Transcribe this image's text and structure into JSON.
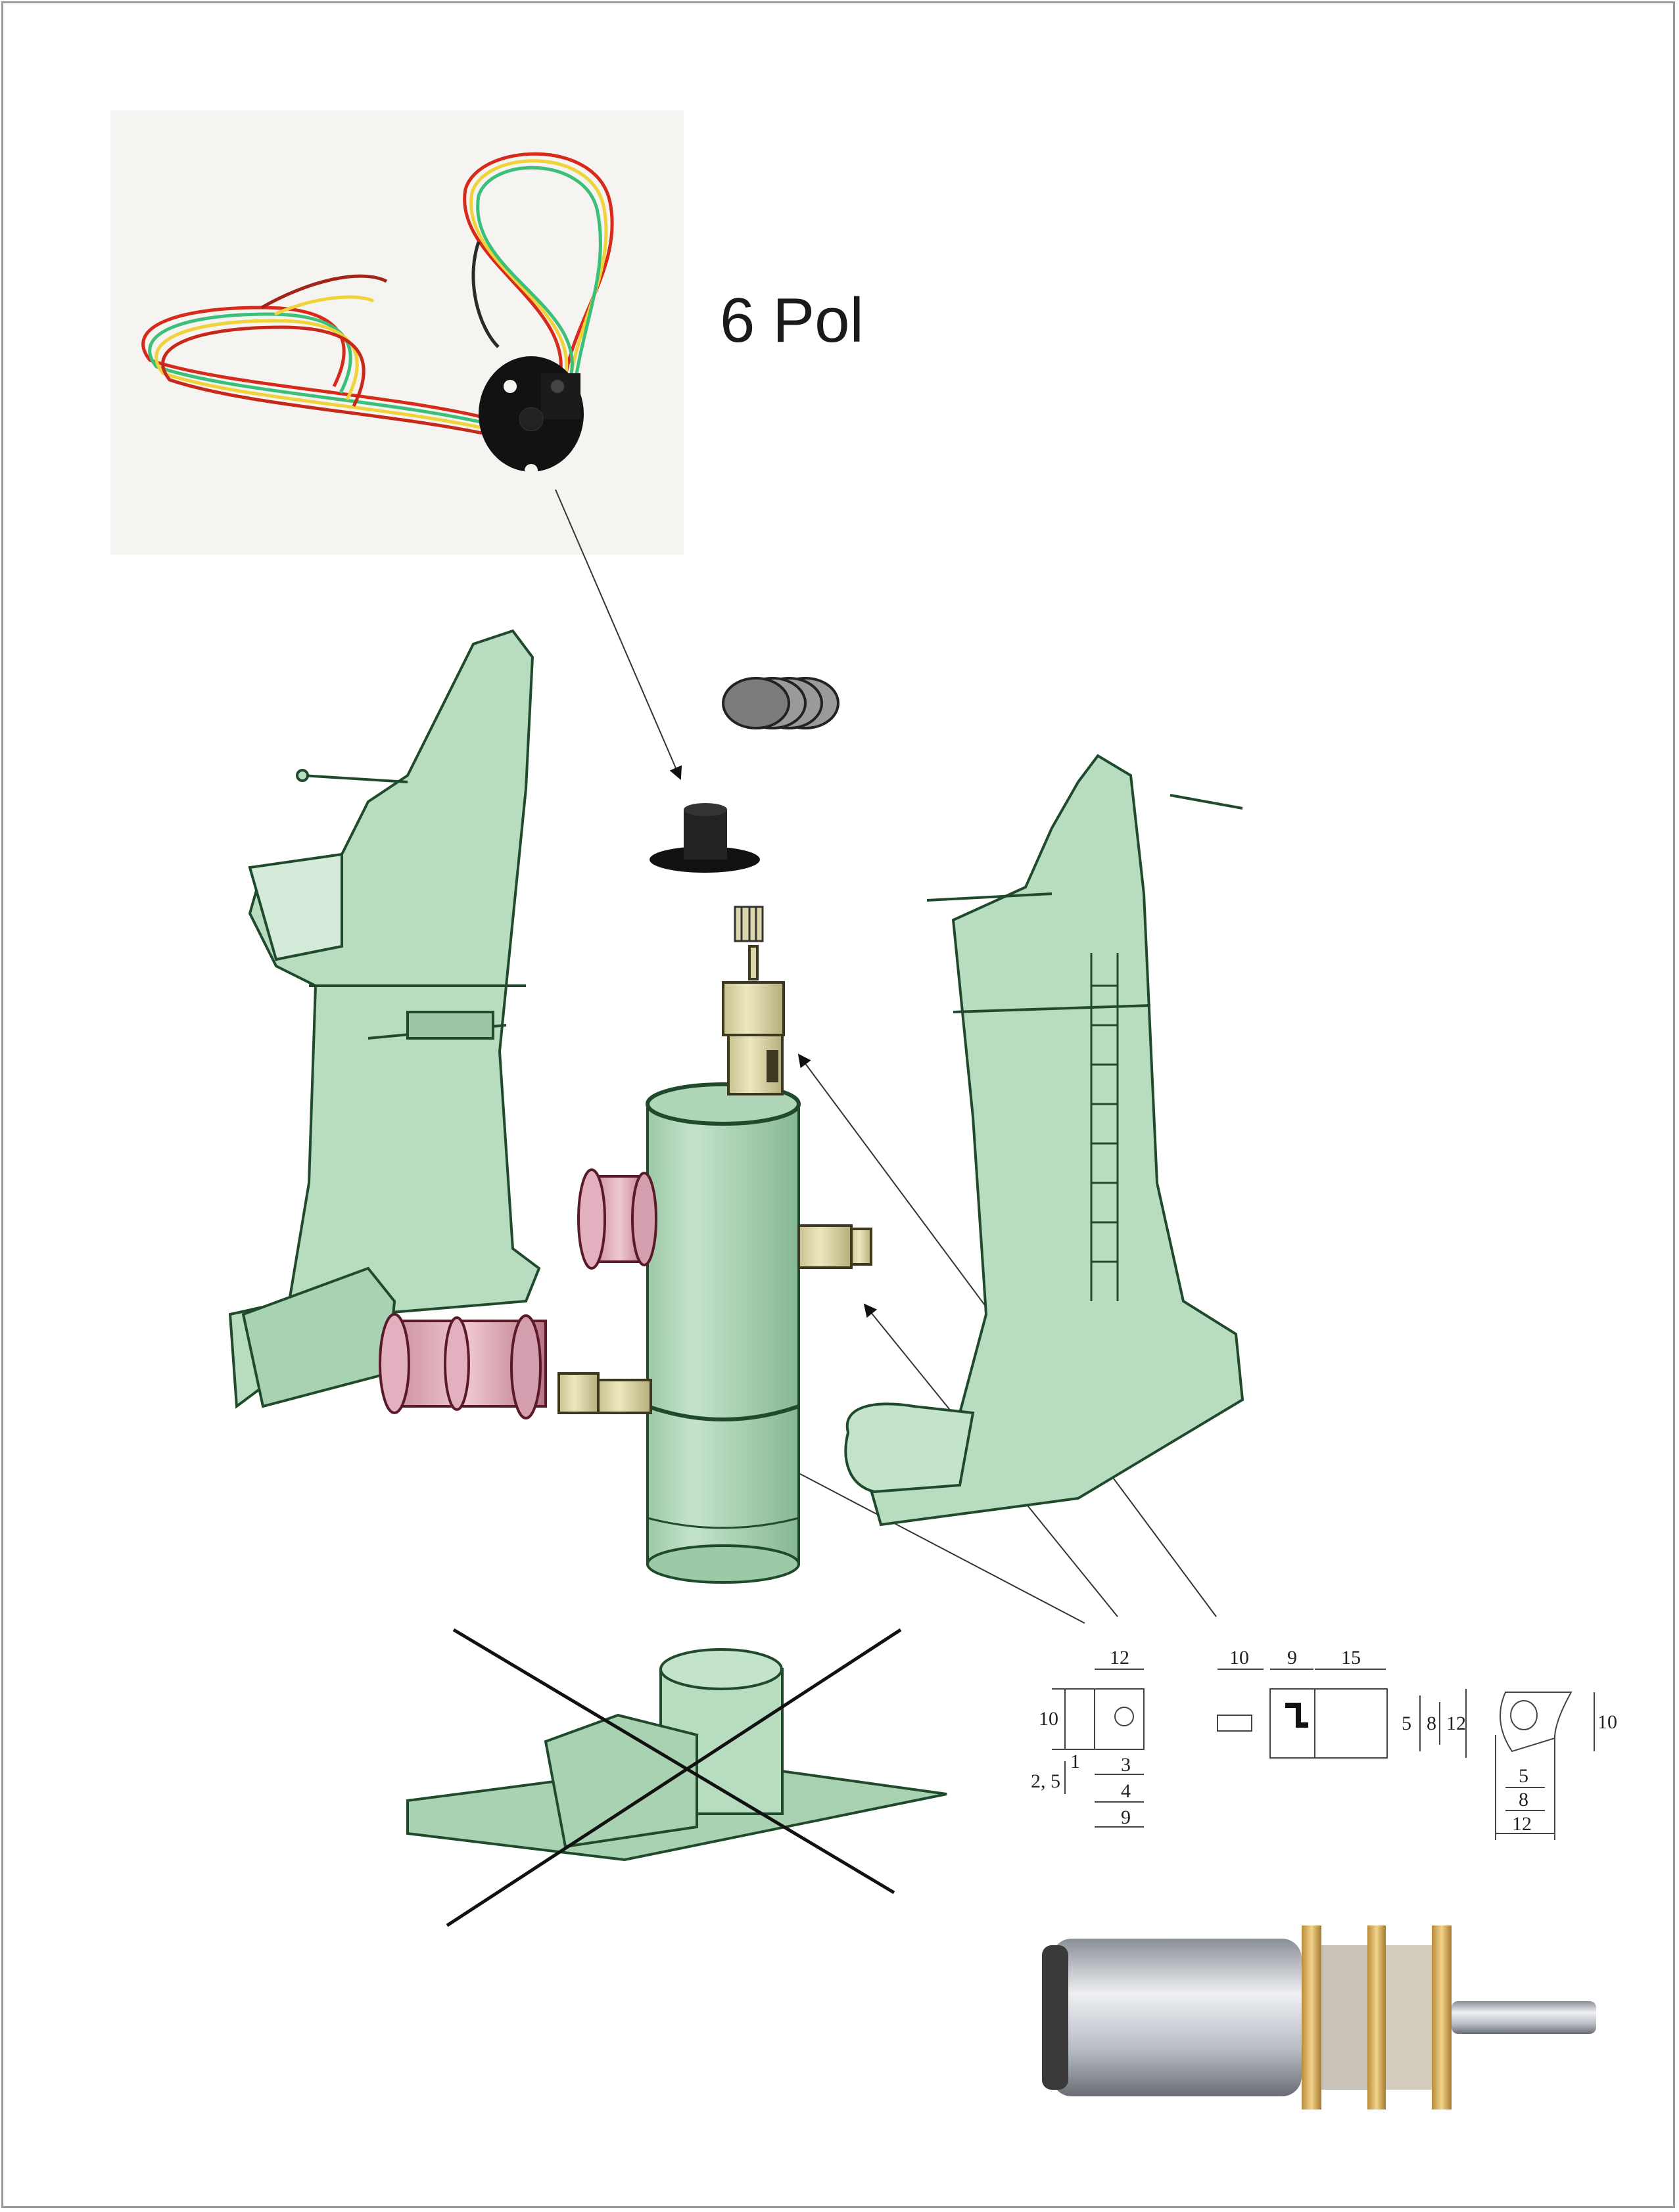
{
  "page": {
    "title": "Exploded assembly diagram – slip ring and micro gear motors"
  },
  "slip_ring": {
    "label": "6 Pol",
    "photo_caption": "slip-ring-photo"
  },
  "assembly": {
    "parts": [
      "left-tower",
      "right-tower",
      "central-cylinder",
      "top-gearmotor",
      "slip-ring-cap",
      "pinion-gear",
      "spool-gear",
      "left-winch-drums",
      "right-winch-motor",
      "old-base (crossed out)"
    ],
    "colors": {
      "frame": "#b8dcc0",
      "frame_outline": "#1f4a2c",
      "motor": "#d7d2a6",
      "drum": "#d9aab8",
      "slip_ring": "#111111",
      "photo_bg": "#f5f4f0"
    }
  },
  "drawing_front": {
    "dims": {
      "width_top": "12",
      "height_left": "10",
      "offset_a": "2, 5",
      "offset_b": "1",
      "d3": "3",
      "d4": "4",
      "d9": "9"
    }
  },
  "drawing_side": {
    "dims": {
      "shaft": "10",
      "gearbox": "9",
      "motor": "15",
      "d5": "5",
      "d8": "8",
      "d12": "12"
    }
  },
  "drawing_end": {
    "dims": {
      "height": "10",
      "d5": "5",
      "d8": "8",
      "d12": "12"
    }
  },
  "motor_photo": {
    "caption": "micro-gear-motor-photo"
  }
}
